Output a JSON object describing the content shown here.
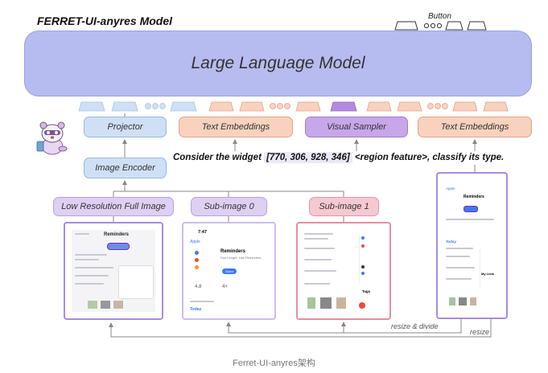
{
  "title": "FERRET-UI-anyres Model",
  "button_label": "Button",
  "llm_label": "Large Language Model",
  "projector_label": "Projector",
  "image_encoder_label": "Image Encoder",
  "text_embeddings_left": "Text Embeddings",
  "visual_sampler_label": "Visual Sampler",
  "text_embeddings_right": "Text Embeddings",
  "prompt": {
    "before": "Consider the widget ",
    "coords": "[770, 306, 928, 346]",
    "after": " <region feature>, classify its type."
  },
  "inputs": {
    "low_res": "Low Resolution Full Image",
    "sub0": "Sub-image 0",
    "sub1": "Sub-image 1"
  },
  "screens": {
    "time": "7:47",
    "back": "Apple",
    "app_name": "Reminders",
    "app_sub": "Don't forget. Use Reminders",
    "open": "Open",
    "rating": "4.8",
    "age": "4+",
    "today": "Today",
    "my_lists": "My Lists",
    "tags": "Tags"
  },
  "resize_divide_label": "resize & divide",
  "resize_label": "resize",
  "caption": "Ferret-UI-anyres架构",
  "colors": {
    "llm": "#b6bcef",
    "blue": "#cfe0f5",
    "orange": "#f8d2bf",
    "purple": "#c8a6ea",
    "lilac": "#ddd0f3",
    "pink": "#f6c9d2"
  }
}
